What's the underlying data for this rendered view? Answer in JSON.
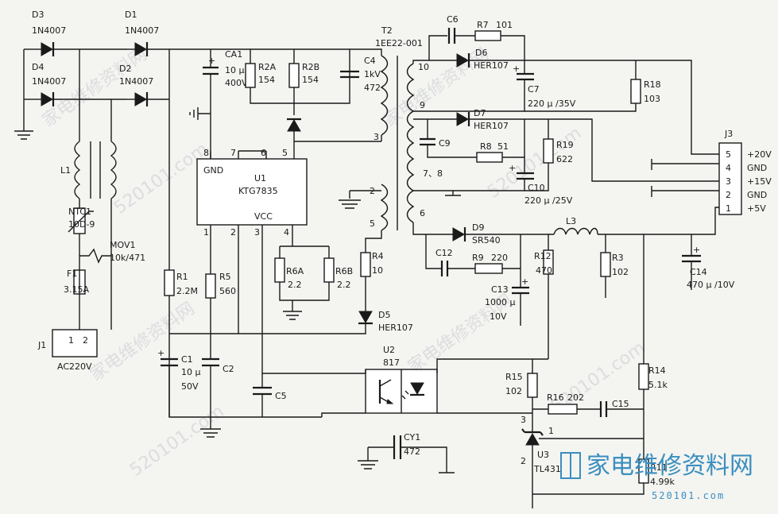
{
  "labels": {
    "D3": "D3",
    "D3v": "1N4007",
    "D1": "D1",
    "D1v": "1N4007",
    "D4": "D4",
    "D4v": "1N4007",
    "D2": "D2",
    "D2v": "1N4007",
    "CA1": "CA1",
    "CA1v1": "10 μ",
    "CA1v2": "400V",
    "R2A": "R2A",
    "R2Av": "154",
    "R2B": "R2B",
    "R2Bv": "154",
    "C4": "C4",
    "C4v1": "1kV",
    "C4v2": "472",
    "T2": "T2",
    "T2v": "1EE22-001",
    "C6": "C6",
    "R7": "R7",
    "R7v": "101",
    "D6": "D6",
    "D6v": "HER107",
    "C7": "C7",
    "C7v": "220 μ /35V",
    "R18": "R18",
    "R18v": "103",
    "D7": "D7",
    "D7v": "HER107",
    "C9": "C9",
    "R8": "R8",
    "R8v": "51",
    "R19": "R19",
    "R19v": "622",
    "C10": "C10",
    "C10v": "220 μ /25V",
    "J3": "J3",
    "D9": "D9",
    "D9v": "SR540",
    "L3": "L3",
    "C12": "C12",
    "R9": "R9",
    "R9v": "220",
    "C13": "C13",
    "C13v1": "1000 μ",
    "C13v2": "10V",
    "R12": "R12",
    "R12v": "470",
    "R3": "R3",
    "R3v": "102",
    "C14": "C14",
    "C14v": "470 μ /10V",
    "L1": "L1",
    "NTC1": "NTC1",
    "NTC1v": "10D-9",
    "MOV1": "MOV1",
    "MOV1v": "10k/471",
    "F1": "F1",
    "F1v": "3.15A",
    "J1": "J1",
    "J1v": "AC220V",
    "U1": "U1",
    "U1v": "KTG7835",
    "GND": "GND",
    "VCC": "VCC",
    "R1": "R1",
    "R1v": "2.2M",
    "R5": "R5",
    "R5v": "560",
    "R6A": "R6A",
    "R6Av": "2.2",
    "R6B": "R6B",
    "R6Bv": "2.2",
    "R4": "R4",
    "R4v": "10",
    "D5": "D5",
    "D5v": "HER107",
    "C1": "C1",
    "C1v1": "10 μ",
    "C1v2": "50V",
    "C2": "C2",
    "C5": "C5",
    "U2": "U2",
    "U2v": "817",
    "R15": "R15",
    "R15v": "102",
    "R16": "R16",
    "R16v": "202",
    "C15": "C15",
    "R14": "R14",
    "R14v": "5.1k",
    "CY1": "CY1",
    "CY1v": "472",
    "U3": "U3",
    "U3v": "TL431",
    "R11": "R11",
    "R11v": "4.99k"
  },
  "pins": {
    "u1_8": "8",
    "u1_7": "7",
    "u1_6": "6",
    "u1_5": "5",
    "u1_1": "1",
    "u1_2": "2",
    "u1_3": "3",
    "u1_4": "4",
    "t2_10": "10",
    "t2_9": "9",
    "t2_78": "7、8",
    "t2_6": "6",
    "t2_3": "3",
    "t2_2": "2",
    "t2_5": "5",
    "j1_1": "1",
    "j1_2": "2",
    "u3_1": "1",
    "u3_2": "2",
    "u3_3": "3"
  },
  "connector_j3": [
    {
      "pin": "5",
      "label": "+20V"
    },
    {
      "pin": "4",
      "label": "GND"
    },
    {
      "pin": "3",
      "label": "+15V"
    },
    {
      "pin": "2",
      "label": "GND"
    },
    {
      "pin": "1",
      "label": "+5V"
    }
  ],
  "watermark": {
    "text1": "家电维修资料网",
    "text2": "520101.com",
    "logo_main": "家电维修资料网",
    "logo_sub": "520101.com"
  }
}
